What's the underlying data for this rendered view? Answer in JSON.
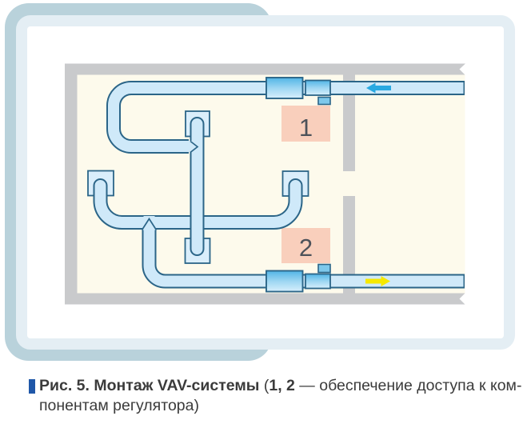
{
  "figure": {
    "access_zones": {
      "zone1_label": "1",
      "zone2_label": "2"
    },
    "caption": {
      "title": "Рис. 5. Монтаж VAV-системы",
      "open": " (",
      "numbers": "1, 2",
      "line1_tail": " — обеспечение доступа к ком-",
      "line2": "понентам регулятора)"
    },
    "colors": {
      "backdrop": "#b9d2db",
      "card_border": "#e4eef4",
      "wall": "#c9cacc",
      "room_floor": "#fdfaec",
      "duct_fill": "#cfe9f9",
      "duct_outline": "#2b6588",
      "diffuser_fill": "#daeefb",
      "vav_box_top": "#50b5e6",
      "vav_box_bottom": "#d7effc",
      "access_zone": "#f9cfbc",
      "zone_digit": "#4d525a",
      "supply_arrow": "#29a9e1",
      "exhaust_arrow": "#f6e900",
      "caption_bullet": "#1f57a8",
      "caption_text": "#3b3b3b"
    }
  }
}
